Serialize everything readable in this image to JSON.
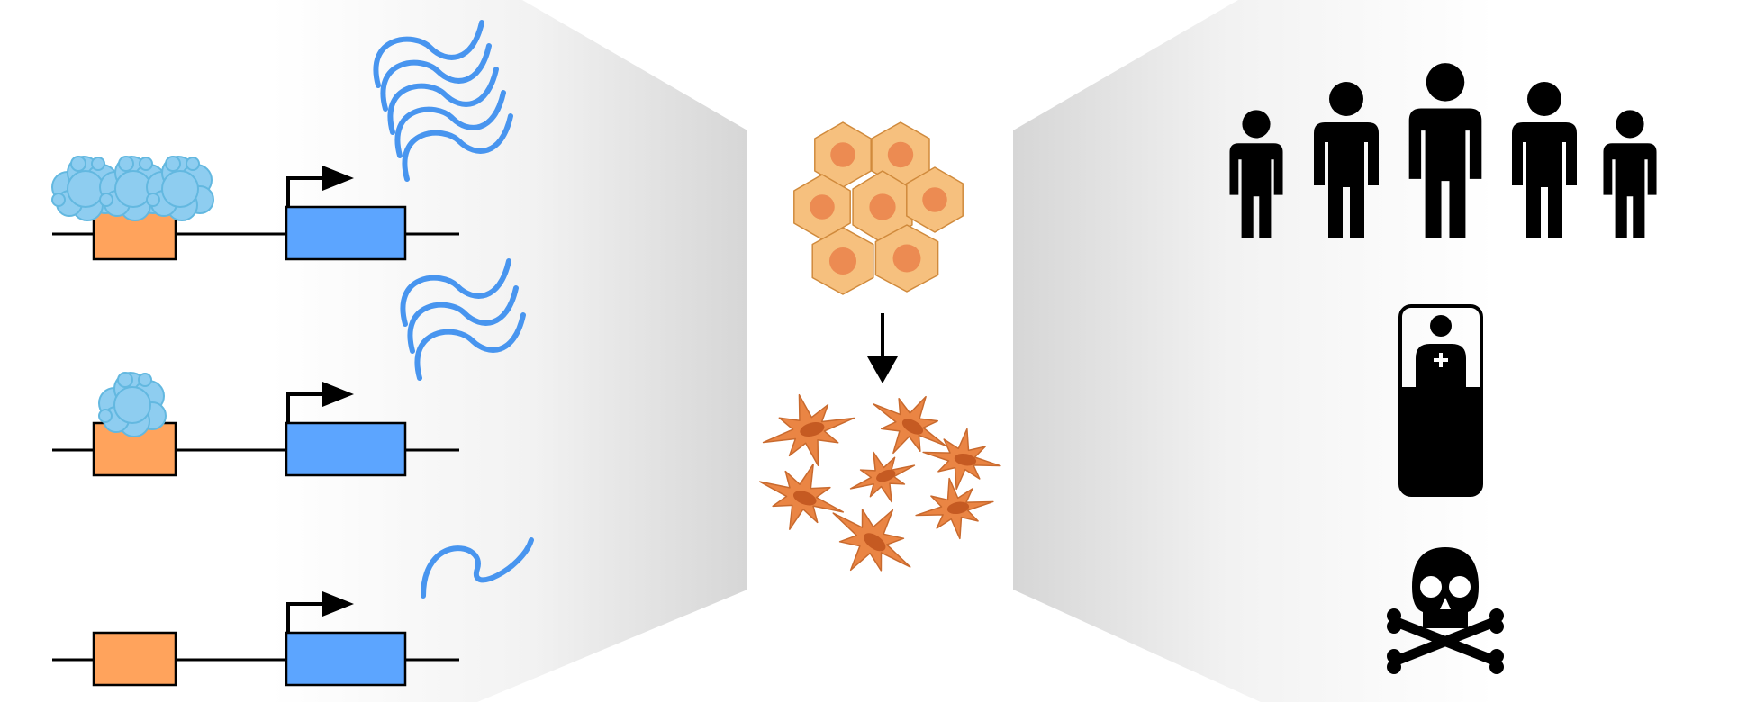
{
  "figure": {
    "panels": [
      {
        "id": "gene-expression",
        "rows": [
          {
            "bound_proteins": 3,
            "transcript_waves": 5
          },
          {
            "bound_proteins": 1,
            "transcript_waves": 3
          },
          {
            "bound_proteins": 0,
            "transcript_waves": 1
          }
        ]
      },
      {
        "id": "cell-transition",
        "upper_cells": "epithelial-cell-cluster",
        "lower_cells": "mesenchymal-cells",
        "transition": "down-arrow"
      },
      {
        "id": "patient-outcomes",
        "population_size": 5,
        "icons": [
          "people-group-icon",
          "hospital-bed-icon",
          "skull-crossbones-icon"
        ]
      }
    ]
  },
  "colors": {
    "enhancer": "#FFA35C",
    "gene": "#5CA5FF",
    "transcript": "#4895EF",
    "protein": "#8ECDF0",
    "protein_detail": "#63B8E0",
    "epithelial_cell": "#F6C07E",
    "epithelial_nucleus": "#EC8B52",
    "mesenchymal_cell": "#EA8544",
    "mesenchymal_nucleus": "#C55A22",
    "icon": "#000000",
    "room_shadow": "#D9D9D9"
  }
}
